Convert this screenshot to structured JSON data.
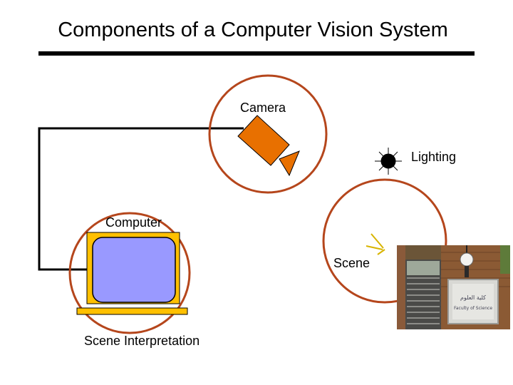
{
  "title": "Components of a Computer Vision System",
  "labels": {
    "camera": "Camera",
    "lighting": "Lighting",
    "computer": "Computer",
    "scene": "Scene",
    "scene_interpretation": "Scene Interpretation"
  },
  "photo_sign": {
    "arabic": "كلية العلوم",
    "english": "Faculty of Science"
  },
  "colors": {
    "circle": "#b5461c",
    "camera": "#e87000",
    "monitor_frame": "#ffc000",
    "screen": "#9999ff",
    "lines": "#000000"
  }
}
